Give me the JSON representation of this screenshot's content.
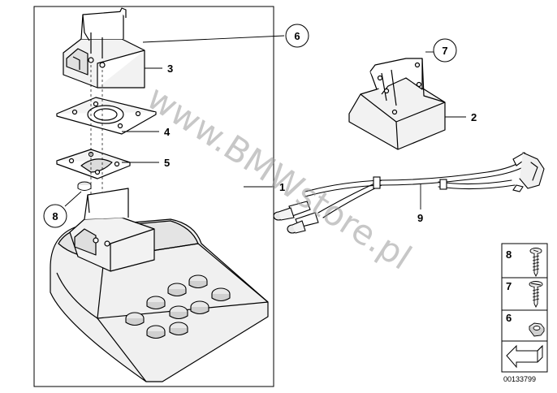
{
  "watermark": "www.BMWstore.pl",
  "callouts": {
    "c1": "1",
    "c2": "2",
    "c3": "3",
    "c4": "4",
    "c5": "5",
    "c6": "6",
    "c7": "7",
    "c8": "8",
    "c9": "9"
  },
  "legend": {
    "l8": "8",
    "l7": "7",
    "l6": "6"
  },
  "reference_number": "00133799",
  "colors": {
    "line": "#000000",
    "fill": "#ffffff",
    "shade": "#e8e8e8",
    "watermark": "#9a9a9a"
  }
}
